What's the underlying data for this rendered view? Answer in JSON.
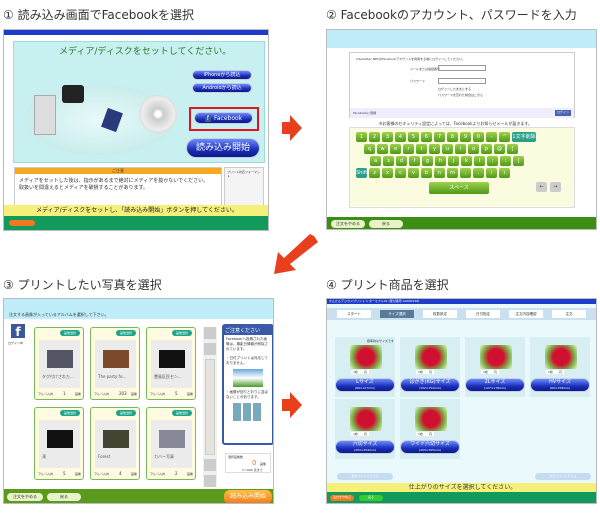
{
  "steps": [
    {
      "title": "① 読み込み画面でFacebookを選択"
    },
    {
      "title": "② Facebookのアカウント、パスワードを入力"
    },
    {
      "title": "③ プリントしたい写真を選択"
    },
    {
      "title": "④ プリント商品を選択"
    }
  ],
  "s1": {
    "heading": "メディア/ディスクをセットしてください。",
    "btn_iphone": "iPhoneから読込",
    "btn_android": "Androidから読込",
    "btn_facebook": "Facebook",
    "btn_start": "読み込み開始",
    "notice_title": "ご注意",
    "notice_line1": "メディアをセットした後は、指示があるまで絶対にメディアを抜かないでください。",
    "notice_line2": "取扱いを間違えるとメディアを破損することがあります。",
    "format_title": "プリント対応フォーマット",
    "footer_msg": "メディア/ディスクをセットし、「読み込み開始」ボタンを押してください。"
  },
  "s2": {
    "login_intro": "Interlather NECのFacebookアカウントを利用する前にログインしてください。",
    "email_label": "メールまたは電話番号",
    "password_label": "パスワード",
    "keep_login": "ログインしたままにする",
    "forgot": "パスワードを忘れた場合はこちら",
    "register": "Facebookに登録",
    "login_btn": "ログイン",
    "security_note": "※お客様のセキュリティ設定によっては、Facebookよりお知らせメールが届きます。",
    "keys_row1": [
      "1",
      "2",
      "3",
      "4",
      "5",
      "6",
      "7",
      "8",
      "9",
      "0",
      "-",
      "^"
    ],
    "delete_key": "1文字削除",
    "keys_row2": [
      "q",
      "w",
      "e",
      "r",
      "t",
      "y",
      "u",
      "i",
      "o",
      "p",
      "@",
      "["
    ],
    "keys_row3": [
      "a",
      "s",
      "d",
      "f",
      "g",
      "h",
      "j",
      "k",
      "l",
      ";",
      ":",
      "]"
    ],
    "shift_key": "Shift",
    "keys_row4": [
      "z",
      "x",
      "c",
      "v",
      "b",
      "n",
      "m",
      ",",
      ".",
      "/",
      "\\"
    ],
    "space_key": "スペース",
    "left_key": "←",
    "right_key": "→",
    "cancel_btn": "注文をやめる",
    "back_btn": "戻る"
  },
  "s3": {
    "instruction": "注文する画像が入っているアルバムを選択して下さい。",
    "login_status": "ログイン中",
    "select_label": "画像選択",
    "albums": [
      {
        "name": "タグ付けされた...",
        "count": "1"
      },
      {
        "name": "The party fo...",
        "count": "203"
      },
      {
        "name": "豊島区民セン...",
        "count": "5"
      },
      {
        "name": "滝",
        "count": "5"
      },
      {
        "name": "Forest",
        "count": "4"
      },
      {
        "name": "カバー写真",
        "count": "2"
      }
    ],
    "album_label": "アルバム内",
    "unit": "画像",
    "caution_title": "ご注意ください",
    "caution1": "Facebookへ投稿された画像は、撮影日情報が削除されています。",
    "caution2": "・日付プリントは対応しておりません。",
    "caution3": "・画像が回りどおりに並ばないことがあります。",
    "selected_label": "選択画像数",
    "selected_count": "0",
    "selected_unit": "画像",
    "selected_limit": "1～999 点まで",
    "cancel_btn": "注文をやめる",
    "back_btn": "戻る",
    "start_btn": "読み込み開始"
  },
  "s4": {
    "titlebar": "かんたんデジカメプリント 1 ターミナル01 [受付番号:A0000248]",
    "steps": [
      "スタート",
      "サイズ選択",
      "枚数設定",
      "日付指定",
      "注文内容確認",
      "注文"
    ],
    "recommend": "標準的なサイズです",
    "products": [
      {
        "name": "Lサイズ",
        "dim": "(89×127mm)",
        "price": "1枚　　円"
      },
      {
        "name": "はがき(KG)サイズ",
        "dim": "(102×152mm)",
        "price": "1枚　　円"
      },
      {
        "name": "2Lサイズ",
        "dim": "(127×178mm)",
        "price": "1枚　　円"
      },
      {
        "name": "HVサイズ",
        "dim": "(89×158mm)",
        "price": "1枚　　円"
      },
      {
        "name": "六切サイズ",
        "dim": "(203×254mm)",
        "price": "1枚　　円"
      },
      {
        "name": "ワイド六切サイズ",
        "dim": "(203×305mm)",
        "price": "1枚　　円"
      }
    ],
    "prev_page": "前のプリントサイズ",
    "next_page": "次のプリントサイズ",
    "footer_msg": "仕上がりのサイズを選択してください。",
    "cancel_btn": "注文をやめる",
    "back_btn": "戻る"
  },
  "colors": {
    "arrow": "#e8401c",
    "highlight": "#e0141e",
    "green": "#119a5c",
    "yellow": "#f4f07a"
  }
}
